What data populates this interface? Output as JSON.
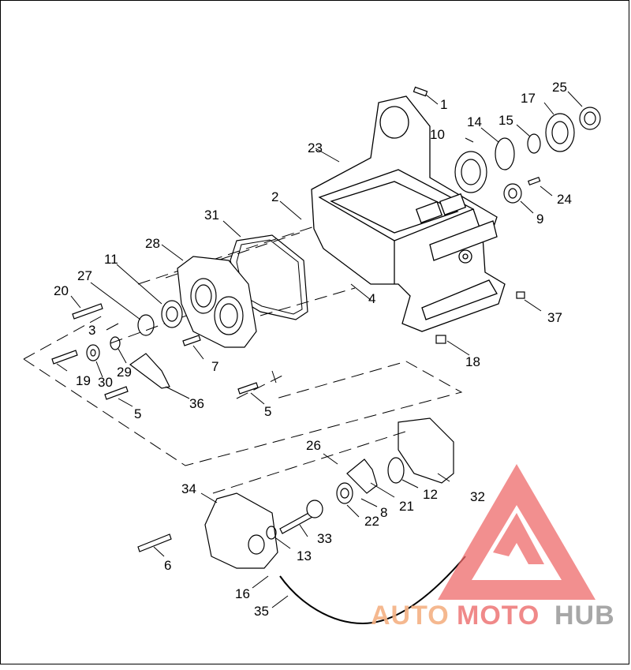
{
  "diagram": {
    "part_numbers": [
      "1",
      "2",
      "3",
      "4",
      "5",
      "5",
      "6",
      "7",
      "8",
      "9",
      "10",
      "11",
      "12",
      "13",
      "14",
      "15",
      "16",
      "17",
      "18",
      "19",
      "20",
      "21",
      "22",
      "23",
      "24",
      "25",
      "26",
      "27",
      "28",
      "29",
      "30",
      "31",
      "32",
      "33",
      "34",
      "35",
      "36",
      "37"
    ]
  },
  "watermark": {
    "part_auto": "AUTO",
    "part_moto": "MOTO",
    "part_hub": "HUB",
    "colors": {
      "auto": "#f4b183",
      "moto": "#ef7d7d",
      "hub": "#9e9e9e",
      "logo": "#ee6a6a"
    }
  }
}
